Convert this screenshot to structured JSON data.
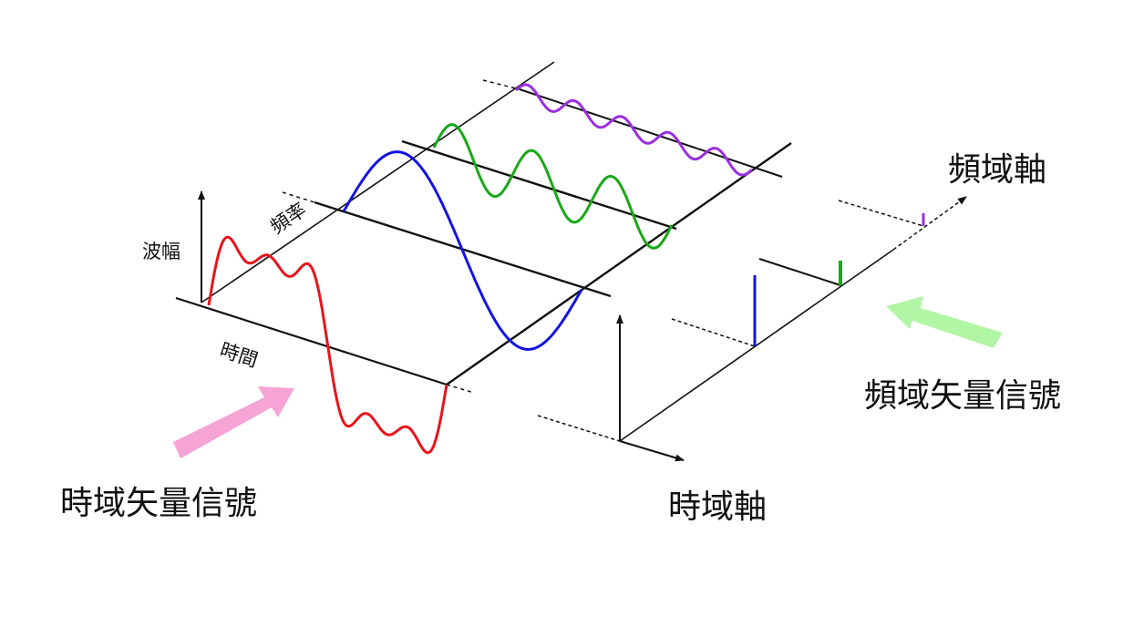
{
  "labels": {
    "amplitude": "波幅",
    "frequency": "頻率",
    "time": "時間",
    "freq_axis": "頻域軸",
    "freq_signal": "頻域矢量信號",
    "time_signal": "時域矢量信號",
    "time_axis": "時域軸"
  },
  "colors": {
    "composite": "#e8141b",
    "harmonic1": "#1414e0",
    "harmonic2": "#18a818",
    "harmonic3": "#9a2fe0",
    "time_arrow": "#f59ad2",
    "freq_arrow": "#a8f59a",
    "axis": "#111111"
  },
  "spectrum": [
    {
      "harmonic": 1,
      "amplitude": 1.0
    },
    {
      "harmonic": 3,
      "amplitude": 0.33
    },
    {
      "harmonic": 5,
      "amplitude": 0.2
    }
  ]
}
